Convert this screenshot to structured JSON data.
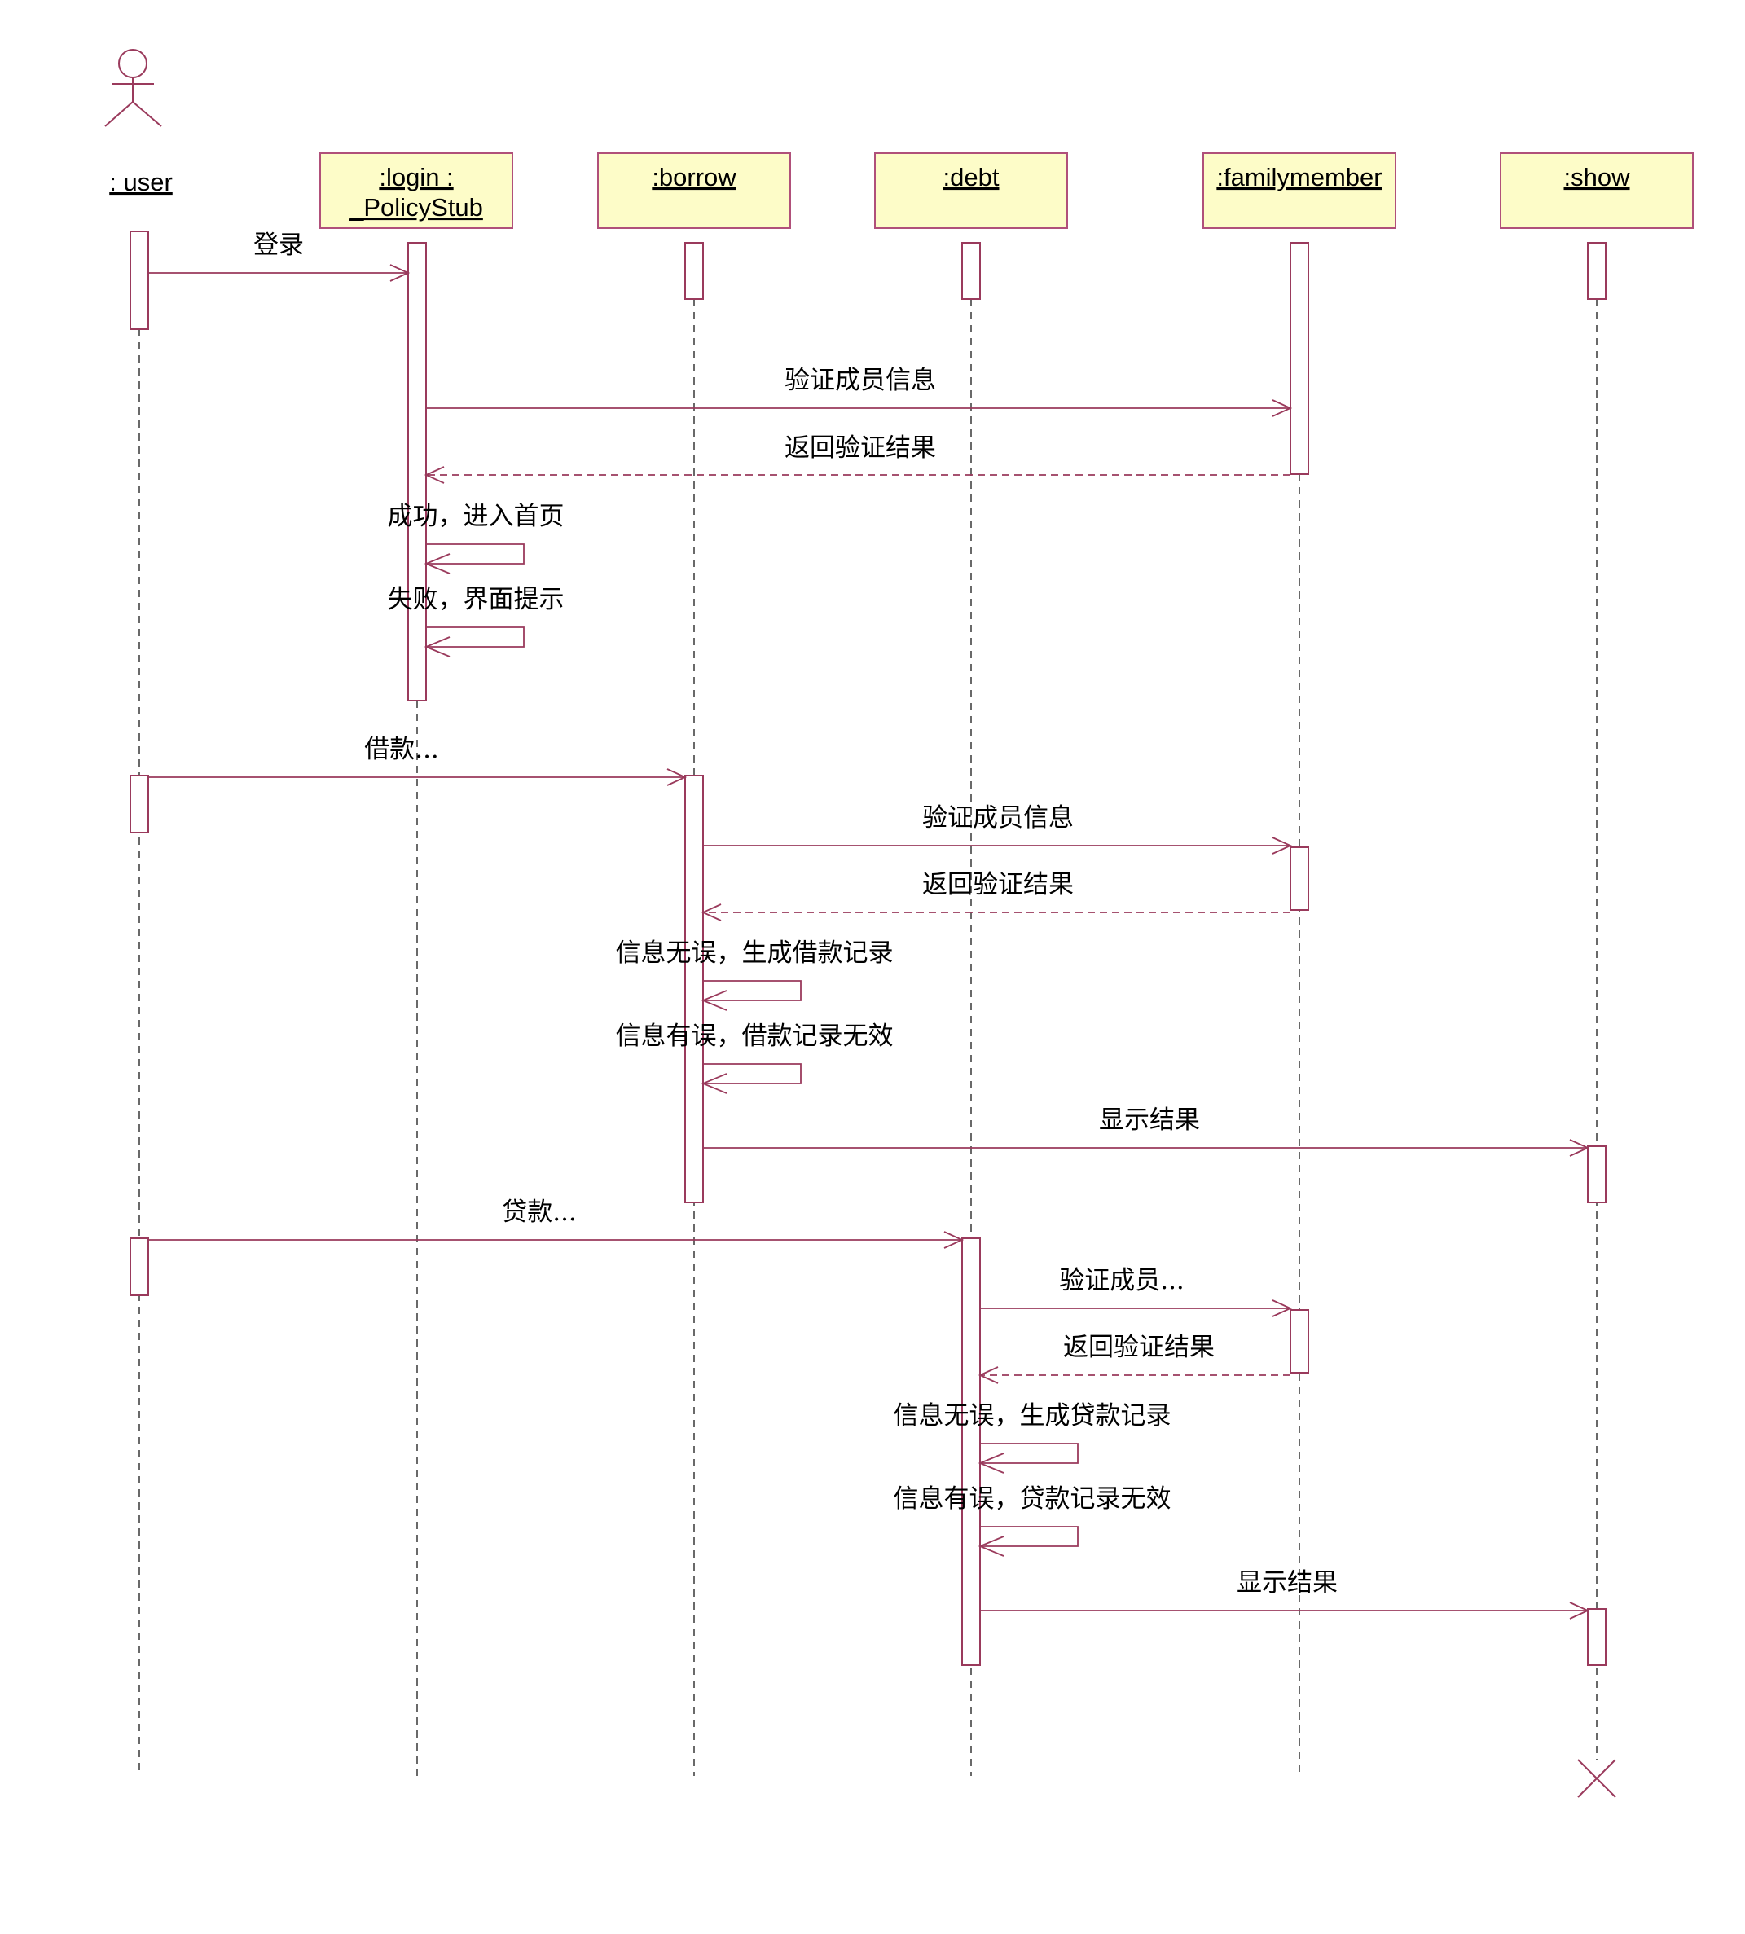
{
  "diagram": {
    "actor": {
      "label": ": user"
    },
    "objects": [
      {
        "id": "login",
        "label_lines": [
          ":login :",
          "_PolicyStub"
        ]
      },
      {
        "id": "borrow",
        "label_lines": [
          ":borrow"
        ]
      },
      {
        "id": "debt",
        "label_lines": [
          ":debt"
        ]
      },
      {
        "id": "familymember",
        "label_lines": [
          ":familymember"
        ]
      },
      {
        "id": "show",
        "label_lines": [
          ":show"
        ]
      }
    ],
    "messages": [
      {
        "from": "user",
        "to": "login",
        "label": "登录",
        "kind": "call"
      },
      {
        "from": "login",
        "to": "familymember",
        "label": "验证成员信息",
        "kind": "call"
      },
      {
        "from": "familymember",
        "to": "login",
        "label": "返回验证结果",
        "kind": "return"
      },
      {
        "from": "login",
        "to": "login",
        "label": "成功，进入首页",
        "kind": "self"
      },
      {
        "from": "login",
        "to": "login",
        "label": "失败，界面提示",
        "kind": "self"
      },
      {
        "from": "user",
        "to": "borrow",
        "label": "借款...",
        "kind": "call"
      },
      {
        "from": "borrow",
        "to": "familymember",
        "label": "验证成员信息",
        "kind": "call"
      },
      {
        "from": "familymember",
        "to": "borrow",
        "label": "返回验证结果",
        "kind": "return"
      },
      {
        "from": "borrow",
        "to": "borrow",
        "label": "信息无误，生成借款记录",
        "kind": "self"
      },
      {
        "from": "borrow",
        "to": "borrow",
        "label": "信息有误，借款记录无效",
        "kind": "self"
      },
      {
        "from": "borrow",
        "to": "show",
        "label": "显示结果",
        "kind": "call"
      },
      {
        "from": "user",
        "to": "debt",
        "label": "贷款...",
        "kind": "call"
      },
      {
        "from": "debt",
        "to": "familymember",
        "label": "验证成员...",
        "kind": "call"
      },
      {
        "from": "familymember",
        "to": "debt",
        "label": "返回验证结果",
        "kind": "return"
      },
      {
        "from": "debt",
        "to": "debt",
        "label": "信息无误，生成贷款记录",
        "kind": "self"
      },
      {
        "from": "debt",
        "to": "debt",
        "label": "信息有误，贷款记录无效",
        "kind": "self"
      },
      {
        "from": "debt",
        "to": "show",
        "label": "显示结果",
        "kind": "call"
      }
    ],
    "colors": {
      "line": "#9a3a5c",
      "object_fill": "#fdfcc8",
      "object_border": "#b0507a",
      "text": "#000000"
    }
  }
}
